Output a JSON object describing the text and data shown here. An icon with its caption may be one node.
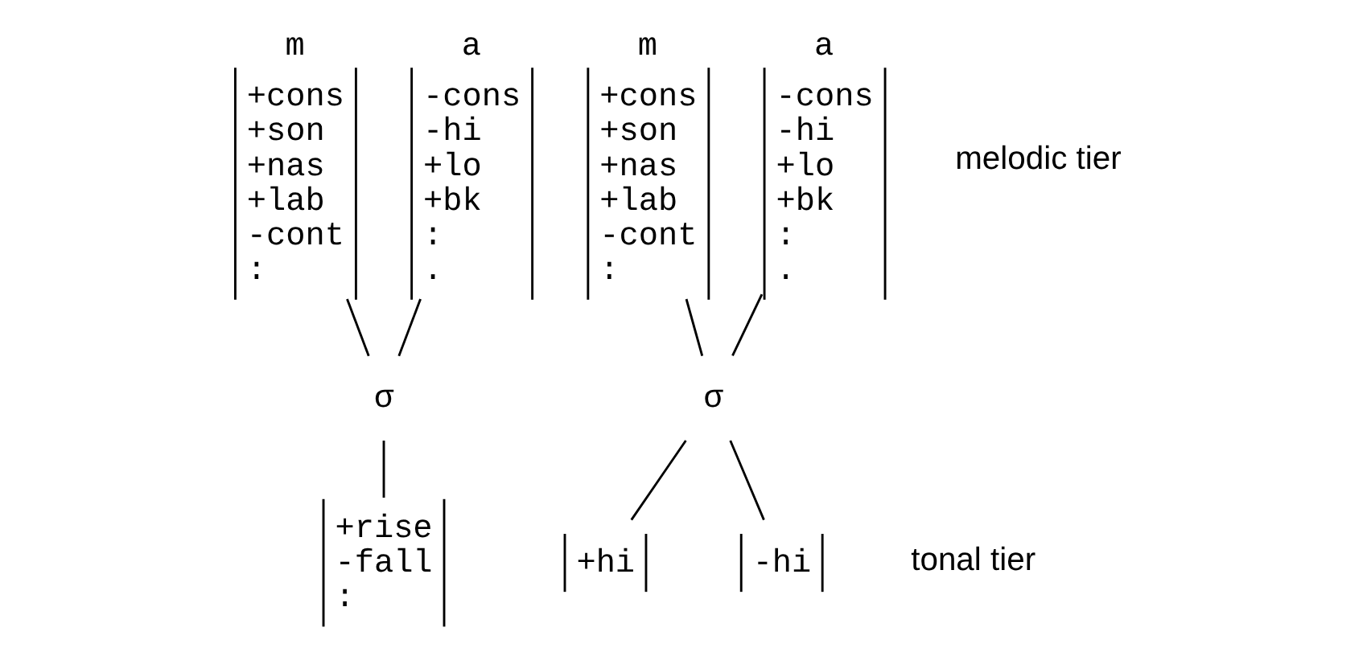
{
  "diagram": {
    "nodes": [
      {
        "text": [
          "m",
          "+cons",
          "+son",
          "+nas",
          "+lab",
          "-cont",
          ":"
        ]
      },
      {
        "text": [
          "a",
          "-cons",
          "-hi",
          "+lo",
          "+bk",
          ":",
          "."
        ]
      },
      {
        "text": [
          "σ"
        ]
      },
      {
        "text": [
          "+rise",
          "-fall",
          ":"
        ]
      },
      {
        "text": [
          "m",
          "+cons",
          "+son",
          "+nas",
          "+lab",
          "-cont",
          ":"
        ]
      },
      {
        "text": [
          "a",
          "-cons",
          "-hi",
          "+lo",
          "+bk",
          ":",
          "."
        ]
      },
      {
        "text": [
          "σ"
        ]
      },
      {
        "text": [
          "+hi"
        ]
      },
      {
        "text": [
          "-hi"
        ]
      }
    ],
    "edges": [
      {
        "from": 0,
        "to": 2,
        "arrow": "none"
      },
      {
        "from": 1,
        "to": 2,
        "arrow": "none"
      },
      {
        "from": 2,
        "to": 3,
        "arrow": "none"
      },
      {
        "from": 4,
        "to": 6,
        "arrow": "none"
      },
      {
        "from": 5,
        "to": 6,
        "arrow": "none"
      },
      {
        "from": 6,
        "to": 7,
        "arrow": "none"
      },
      {
        "from": 6,
        "to": 8,
        "arrow": "none"
      }
    ],
    "labels": [
      "melodic tier",
      "tonal tier"
    ]
  }
}
